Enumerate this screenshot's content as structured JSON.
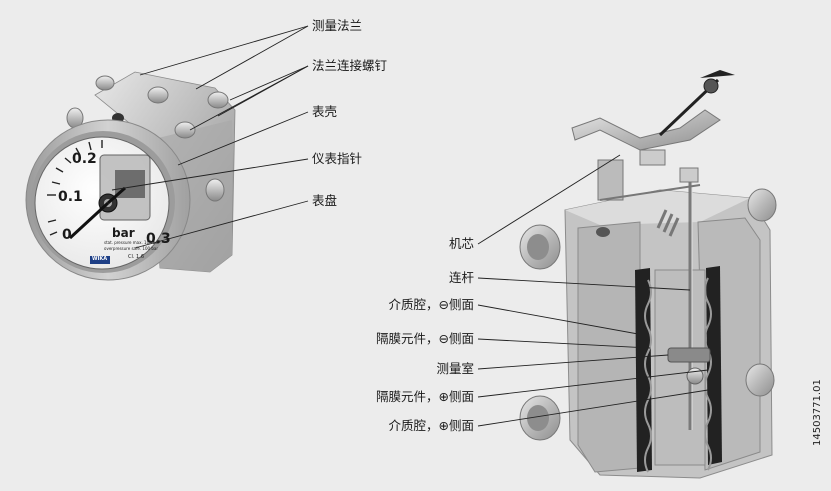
{
  "left_labels": {
    "flange": "测量法兰",
    "flange_screws": "法兰连接螺钉",
    "case": "表壳",
    "pointer": "仪表指针",
    "dial": "表盘"
  },
  "right_labels": {
    "movement": "机芯",
    "link": "连杆",
    "media_chamber_minus": "介质腔，⊖侧面",
    "diaphragm_minus": "隔膜元件，⊖侧面",
    "measuring_chamber": "测量室",
    "diaphragm_plus": "隔膜元件，⊕侧面",
    "media_chamber_plus": "介质腔，⊕侧面"
  },
  "gauge": {
    "ticks": [
      "0.2",
      "0.1",
      "0",
      "0.3"
    ],
    "unit": "bar",
    "note_line1": "stat. pressure max. 100 bar",
    "note_line2": "overpressure safe. 100 bar",
    "brand": "WIKA",
    "class": "Cl. 1.6"
  },
  "document_id": "14503771.01"
}
